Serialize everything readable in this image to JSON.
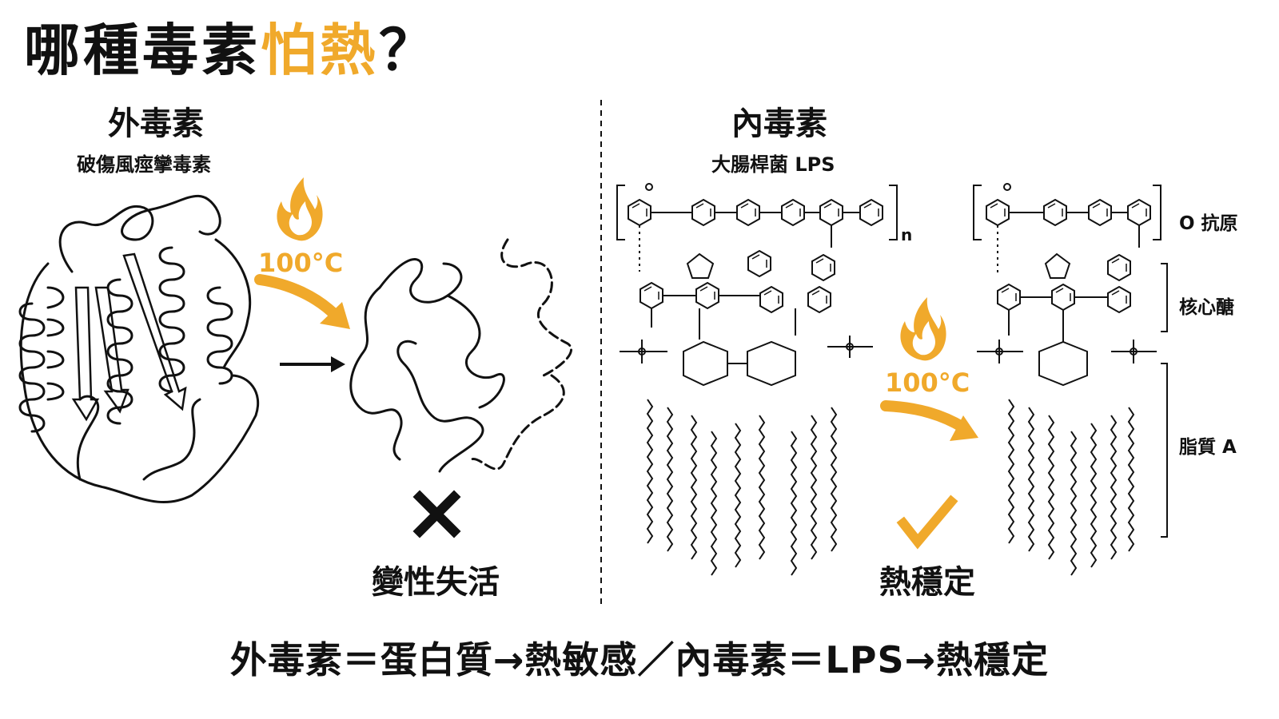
{
  "title": {
    "main": "哪種毒素",
    "highlight": "怕熱",
    "mark": "？"
  },
  "left": {
    "heading": "外毒素",
    "subheading": "破傷風痙攣毒素",
    "temperature": "100°C",
    "result_icon": "cross-icon",
    "result": "變性失活"
  },
  "right": {
    "heading": "內毒素",
    "subheading": "大腸桿菌 LPS",
    "repeat_subscript": "n",
    "temperature": "100°C",
    "result_icon": "check-icon",
    "result": "熱穩定",
    "regions": [
      "O 抗原",
      "核心醣",
      "脂質 A"
    ]
  },
  "summary": "外毒素＝蛋白質→熱敏感／內毒素＝LPS→熱穩定",
  "colors": {
    "accent": "#f0a92b",
    "ink": "#111111",
    "background": "#ffffff"
  }
}
